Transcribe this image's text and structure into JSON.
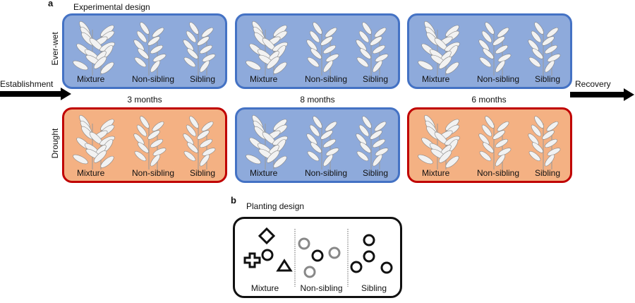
{
  "panel_a": {
    "letter": "a",
    "title": "Experimental design",
    "left_label": "Establishment",
    "right_label": "Recovery",
    "row_labels": [
      "Ever-wet",
      "Drought"
    ],
    "periods": [
      "3 months",
      "8 months",
      "6 months"
    ],
    "treatment_labels": [
      "Mixture",
      "Non-sibling",
      "Sibling"
    ],
    "grid": [
      [
        "wet",
        "wet",
        "wet"
      ],
      [
        "dry",
        "wet",
        "dry"
      ]
    ],
    "colors": {
      "wet_fill": "#8eaadb",
      "wet_border": "#4472c4",
      "dry_fill": "#f4b183",
      "dry_border": "#c00000"
    }
  },
  "panel_b": {
    "letter": "b",
    "title": "Planting design",
    "labels": [
      "Mixture",
      "Non-sibling",
      "Sibling"
    ]
  }
}
